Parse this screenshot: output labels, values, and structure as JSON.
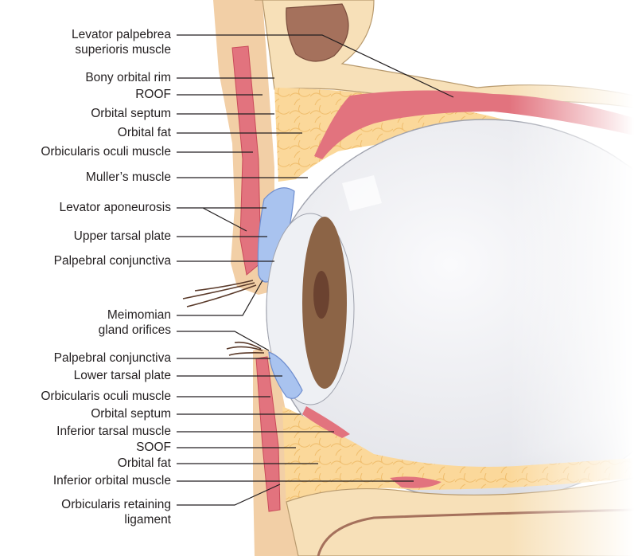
{
  "labels": {
    "levator_palpebrae_l1": "Levator palpebrea",
    "levator_palpebrae_l2": "superioris muscle",
    "bony_orbital_rim": "Bony orbital rim",
    "roof": "ROOF",
    "orbital_septum_upper": "Orbital septum",
    "orbital_fat_upper": "Orbital fat",
    "orbicularis_oculi_upper": "Orbicularis oculi muscle",
    "muller_muscle": "Muller’s muscle",
    "levator_aponeurosis": "Levator aponeurosis",
    "upper_tarsal_plate": "Upper tarsal plate",
    "palpebral_conjunctiva_upper": "Palpebral conjunctiva",
    "meibomian_l1": "Meimomian",
    "meibomian_l2": "gland orifices",
    "palpebral_conjunctiva_lower": "Palpebral conjunctiva",
    "lower_tarsal_plate": "Lower tarsal plate",
    "orbicularis_oculi_lower": "Orbicularis oculi muscle",
    "orbital_septum_lower": "Orbital septum",
    "inferior_tarsal_muscle": "Inferior tarsal muscle",
    "soof": "SOOF",
    "orbital_fat_lower": "Orbital fat",
    "inferior_orbital_muscle": "Inferior orbital muscle",
    "orbicularis_retaining_l1": "Orbicularis retaining",
    "orbicularis_retaining_l2": "ligament"
  },
  "colors": {
    "skin": "#f2cfa6",
    "bone": "#f7e0b8",
    "bone_edge": "#b89a6e",
    "fat": "#fbd89a",
    "muscle": "#e2737e",
    "muscle_dark": "#c94a5a",
    "tarsal_plate": "#a9c3ef",
    "eye_sclera": "#e8e9ee",
    "iris": "#8c6446",
    "pupil": "#6b4230",
    "sinus": "#a5715c",
    "leader_line": "#231f20"
  }
}
